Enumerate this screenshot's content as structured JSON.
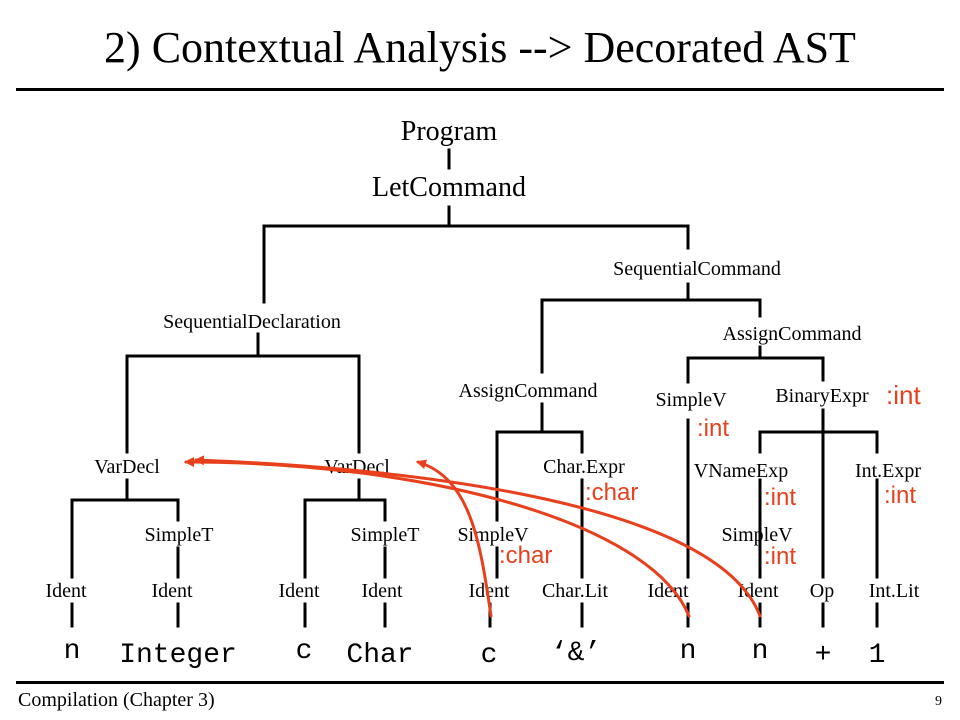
{
  "title": "2) Contextual Analysis --> Decorated AST",
  "footer": {
    "left": "Compilation (Chapter 3)",
    "page": "9"
  },
  "nodes": {
    "program": "Program",
    "let_command": "LetCommand",
    "sequential_command": "SequentialCommand",
    "sequential_declaration": "SequentialDeclaration",
    "assign_command_right": "AssignCommand",
    "assign_command_left": "AssignCommand",
    "simple_v_assign": "SimpleV",
    "binary_expr": "BinaryExpr",
    "var_decl_1": "VarDecl",
    "var_decl_2": "VarDecl",
    "char_expr": "Char.Expr",
    "vname_exp": "VNameExp",
    "int_expr": "Int.Expr",
    "simple_t_1": "SimpleT",
    "simple_t_2": "SimpleT",
    "simple_v_1": "SimpleV",
    "simple_v_2": "SimpleV",
    "ident_1": "Ident",
    "ident_2": "Ident",
    "ident_3": "Ident",
    "ident_4": "Ident",
    "ident_5": "Ident",
    "char_lit": "Char.Lit",
    "ident_6": "Ident",
    "ident_7": "Ident",
    "op": "Op",
    "int_lit": "Int.Lit"
  },
  "tokens": [
    "n",
    "Integer",
    "c",
    "Char",
    "c",
    "‘&’",
    "n",
    "n",
    "+",
    "1"
  ],
  "annotations": {
    "binary_expr_type": ":int",
    "simple_v_assign_type": ":int",
    "char_expr_type": ":char",
    "simple_v_char_type": ":char",
    "vname_exp_type": ":int",
    "int_expr_type": ":int",
    "simple_v_int_type": ":int"
  },
  "colors": {
    "annotation": "#e8401c",
    "tree_line": "#000000"
  }
}
